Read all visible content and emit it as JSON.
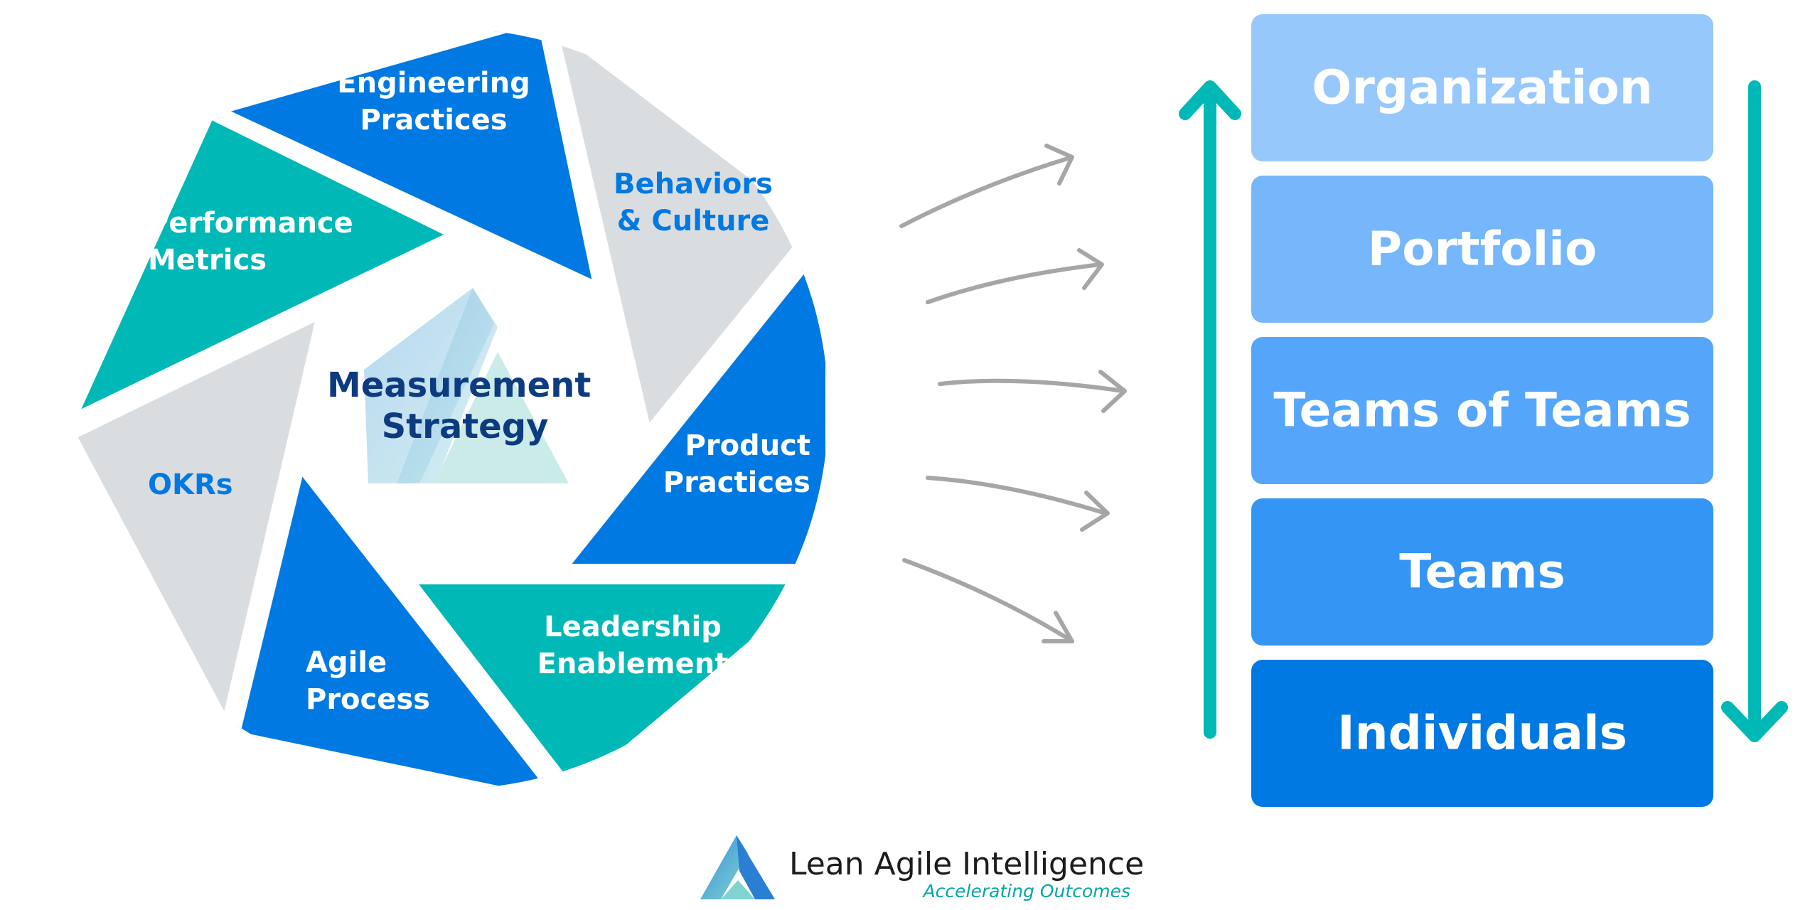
{
  "wheel": {
    "center_label": [
      "Measurement",
      "Strategy"
    ],
    "segments": [
      {
        "id": "engineering-practices",
        "lines": [
          "Engineering",
          "Practices"
        ],
        "fill": "#0079e2",
        "text_color": "#ffffff"
      },
      {
        "id": "behaviors-culture",
        "lines": [
          "Behaviors",
          "& Culture"
        ],
        "fill": "#dadde0",
        "text_color": "#0079e2"
      },
      {
        "id": "product-practices",
        "lines": [
          "Product",
          "Practices"
        ],
        "fill": "#0079e2",
        "text_color": "#ffffff"
      },
      {
        "id": "leadership-enablement",
        "lines": [
          "Leadership",
          "Enablement"
        ],
        "fill": "#00b8b6",
        "text_color": "#ffffff"
      },
      {
        "id": "agile-process",
        "lines": [
          "Agile",
          "Process"
        ],
        "fill": "#0079e2",
        "text_color": "#ffffff"
      },
      {
        "id": "okrs",
        "lines": [
          "OKRs"
        ],
        "fill": "#dadde0",
        "text_color": "#0079e2"
      },
      {
        "id": "performance-metrics",
        "lines": [
          "Performance",
          "Metrics"
        ],
        "fill": "#00b8b6",
        "text_color": "#ffffff"
      }
    ]
  },
  "levels": [
    {
      "label": "Organization",
      "color": "#97c8fb"
    },
    {
      "label": "Portfolio",
      "color": "#76b6fb"
    },
    {
      "label": "Teams of Teams",
      "color": "#55a6fb"
    },
    {
      "label": "Teams",
      "color": "#3495f4"
    },
    {
      "label": "Individuals",
      "color": "#0079e2"
    }
  ],
  "colors": {
    "accent_blue": "#0079e2",
    "teal": "#00b8b6",
    "gray": "#dadde0",
    "navy": "#0d3b80",
    "connector_gray": "#a5a6a8",
    "logo_dark": "#1c1c1c"
  },
  "brand": {
    "name": "Lean Agile Intelligence",
    "tagline": "Accelerating Outcomes"
  }
}
